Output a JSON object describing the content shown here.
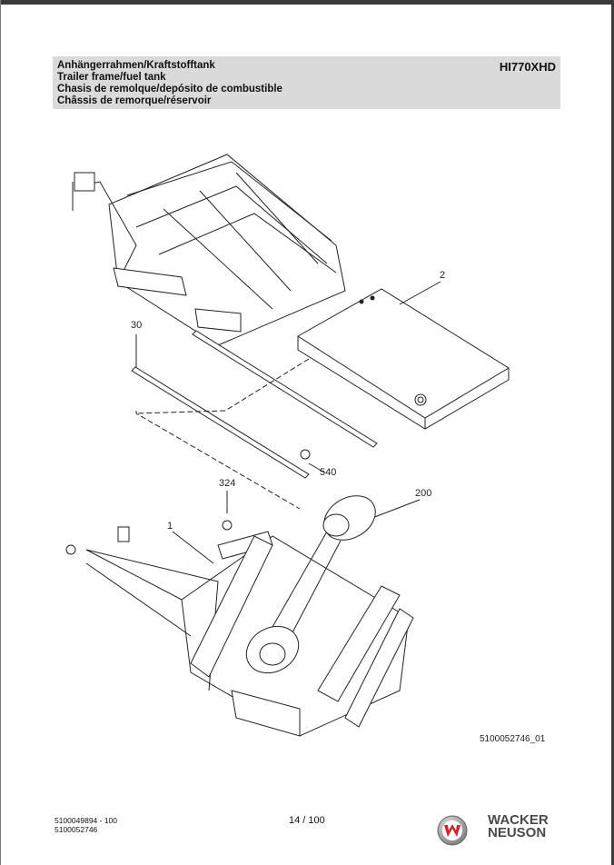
{
  "header": {
    "titles": [
      "Anhängerrahmen/Kraftstofftank",
      "Trailer frame/fuel tank",
      "Chasis de remolque/depósito de combustible",
      "Châssis de remorque/réservoir"
    ],
    "model": "HI770XHD"
  },
  "drawing": {
    "callouts": [
      "2",
      "30",
      "540",
      "324",
      "200",
      "1"
    ],
    "image_code": "5100052746_01"
  },
  "footer": {
    "doc_numbers": [
      "5100049894 - 100",
      "5100052746"
    ],
    "page": "14 / 100",
    "brand": [
      "WACKER",
      "NEUSON"
    ],
    "brand_colors": {
      "red": "#d2232a",
      "gray": "#4a4a4a"
    }
  }
}
